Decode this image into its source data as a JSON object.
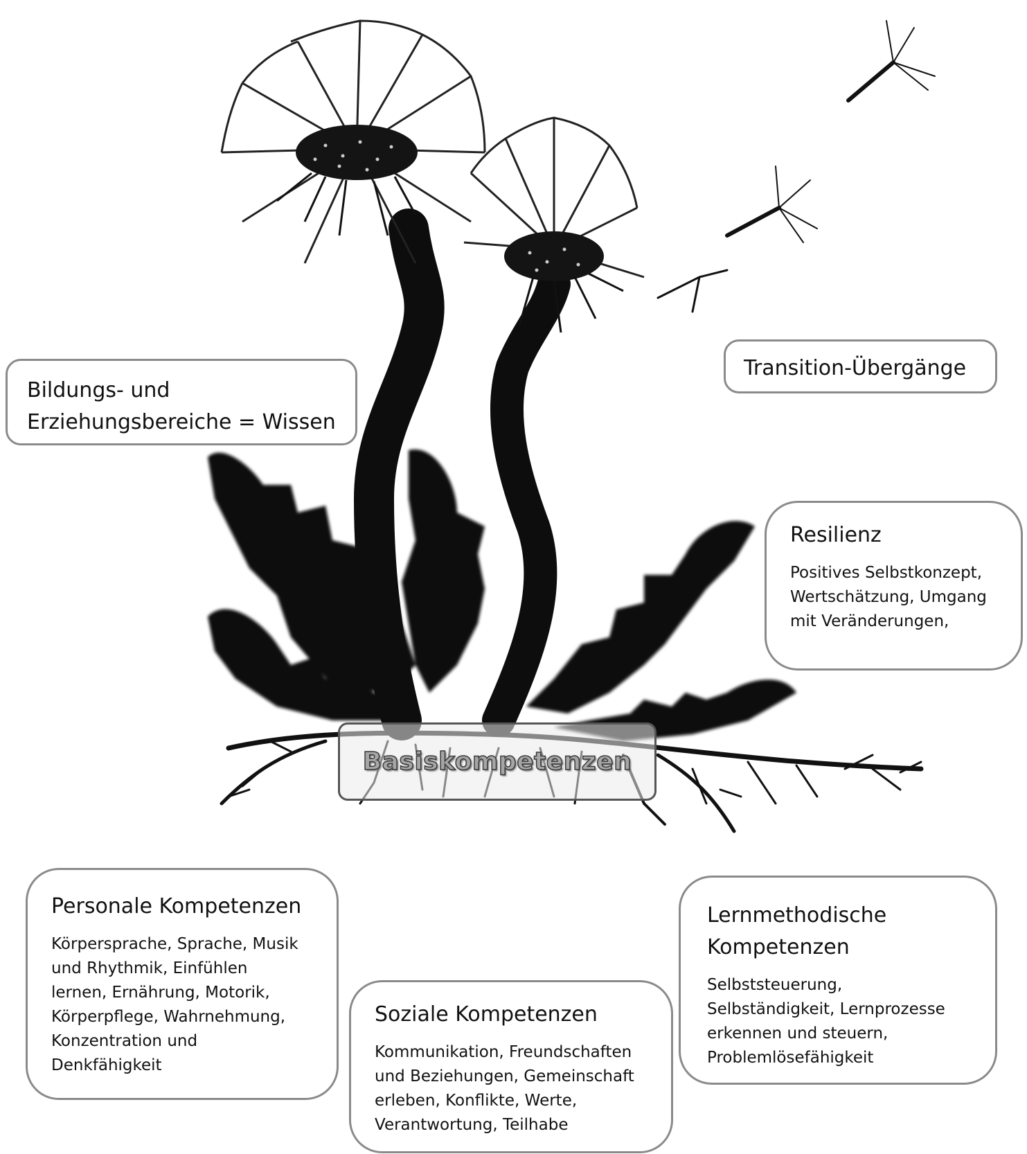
{
  "boxes": {
    "bildung": {
      "title": "Bildungs- und\nErziehungsbereiche = Wissen"
    },
    "transition": {
      "title": "Transition-Übergänge"
    },
    "resilienz": {
      "title": "Resilienz",
      "body": "Positives Selbstkonzept,\nWertschätzung, Umgang\nmit Veränderungen,"
    },
    "basis": {
      "title": "Basiskompetenzen"
    },
    "personal": {
      "title": "Personale Kompetenzen",
      "body": "Körpersprache, Sprache, Musik\nund Rhythmik, Einfühlen\nlernen, Ernährung, Motorik,\nKörperpflege, Wahrnehmung,\nKonzentration und\nDenkfähigkeit"
    },
    "sozial": {
      "title": "Soziale Kompetenzen",
      "body": "Kommunikation, Freundschaften\nund Beziehungen, Gemeinschaft\nerleben, Konflikte, Werte,\nVerantwortung, Teilhabe"
    },
    "lern": {
      "title": "Lernmethodische\nKompetenzen",
      "body": "Selbststeuerung,\nSelbständigkeit, Lernprozesse\nerkennen und steuern,\nProblemlösefähigkeit"
    }
  },
  "illustration": {
    "subject": "dandelion-plant",
    "fill": "#0d0d0d"
  }
}
